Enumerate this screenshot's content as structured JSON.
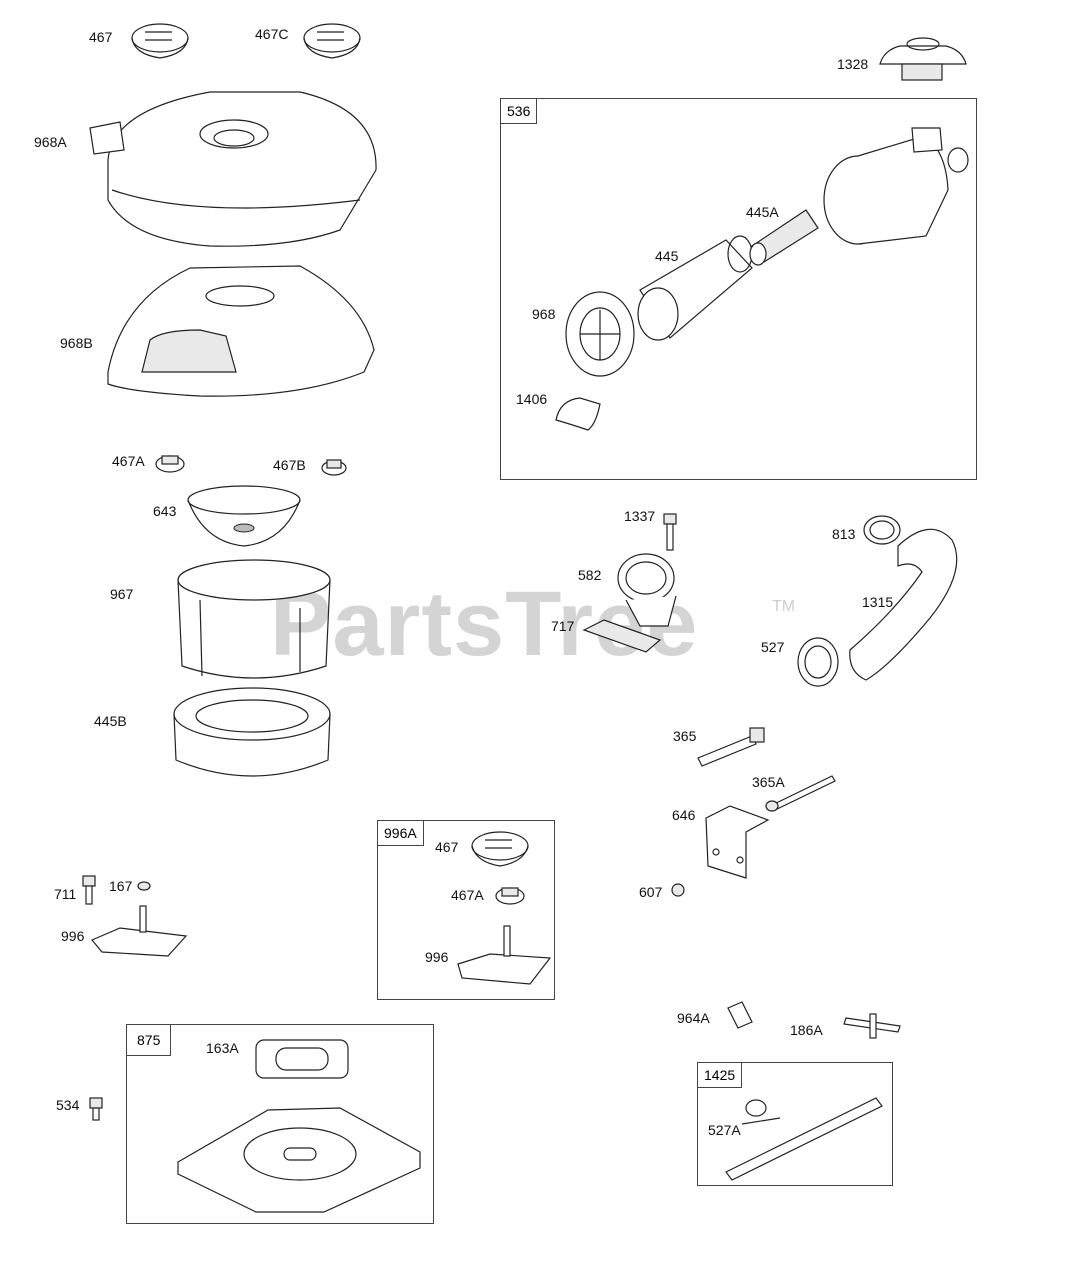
{
  "watermark": {
    "text": "PartsTree",
    "trademark": "TM"
  },
  "boxes": {
    "b536": "536",
    "b996A": "996A",
    "b875": "875",
    "b1425": "1425"
  },
  "labels": {
    "l467_top": "467",
    "l467C": "467C",
    "l1328": "1328",
    "l968A": "968A",
    "l445A": "445A",
    "l445": "445",
    "l968": "968",
    "l1406": "1406",
    "l968B": "968B",
    "l467A_left": "467A",
    "l467B": "467B",
    "l643": "643",
    "l1337": "1337",
    "l813": "813",
    "l582": "582",
    "l967": "967",
    "l1315": "1315",
    "l717": "717",
    "l527": "527",
    "l445B": "445B",
    "l365": "365",
    "l365A": "365A",
    "l646": "646",
    "l467_box": "467",
    "l467A_box": "467A",
    "l711": "711",
    "l167": "167",
    "l607": "607",
    "l996_left": "996",
    "l996_box": "996",
    "l964A": "964A",
    "l186A": "186A",
    "l163A": "163A",
    "l534": "534",
    "l527A": "527A"
  }
}
